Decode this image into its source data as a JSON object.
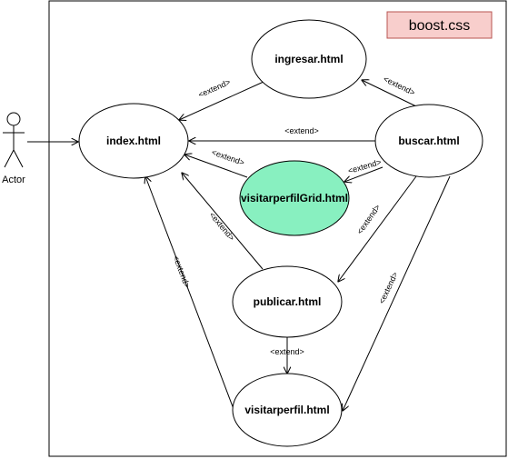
{
  "actor": {
    "label": "Actor"
  },
  "note": {
    "label": "boost.css",
    "fill": "#f8cecc",
    "stroke": "#b85450"
  },
  "usecases": {
    "ingresar": "ingresar.html",
    "index": "index.html",
    "buscar": "buscar.html",
    "visitarperfilgrid": "visitarperfilGrid.html",
    "publicar": "publicar.html",
    "visitarperfil": "visitarperfil.html"
  },
  "highlight_fill": "#88f0c0",
  "edge_label": "<extend>"
}
